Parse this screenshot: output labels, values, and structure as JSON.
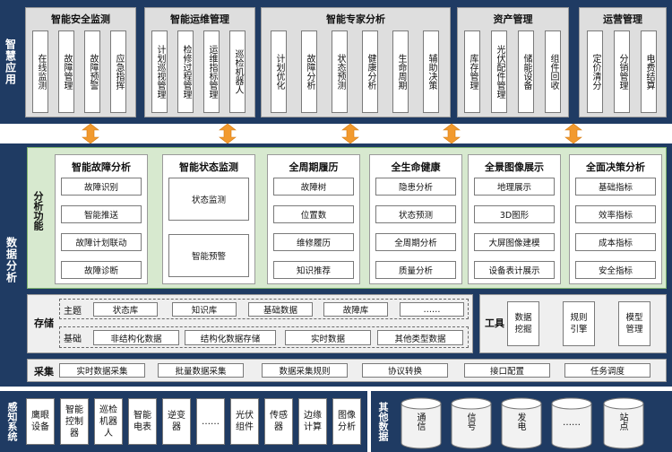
{
  "apps": {
    "side_label": "智慧应用",
    "groups": [
      {
        "title": "智能安全监测",
        "items": [
          "在线监测",
          "故障管理",
          "故障预警",
          "应急指挥"
        ]
      },
      {
        "title": "智能运维管理",
        "items": [
          "计划巡视管理",
          "检修过程管理",
          "运维指标管理",
          "巡检机器人"
        ]
      },
      {
        "title": "智能专家分析",
        "items": [
          "计划优化",
          "故障分析",
          "状态预测",
          "健康分析",
          "生命周期",
          "辅助决策"
        ]
      },
      {
        "title": "资产管理",
        "items": [
          "库存管理",
          "光伏配件管理",
          "储能设备",
          "组件回收"
        ]
      },
      {
        "title": "运营管理",
        "items": [
          "定价清分",
          "分销管理",
          "电费结算"
        ]
      }
    ]
  },
  "analysis": {
    "side_label": "数据分析",
    "function_label": "分析功能",
    "columns": [
      {
        "title": "智能故障分析",
        "items": [
          "故障识别",
          "智能推送",
          "故障计划联动",
          "故障诊断"
        ]
      },
      {
        "title": "智能状态监测",
        "items": [
          "状态监测",
          "智能预警"
        ]
      },
      {
        "title": "全周期履历",
        "items": [
          "故障树",
          "位置数",
          "维修履历",
          "知识推荐"
        ]
      },
      {
        "title": "全生命健康",
        "items": [
          "隐患分析",
          "状态预测",
          "全周期分析",
          "质量分析"
        ]
      },
      {
        "title": "全景图像展示",
        "items": [
          "地理展示",
          "3D图形",
          "大屏图像建模",
          "设备表计展示"
        ]
      },
      {
        "title": "全面决策分析",
        "items": [
          "基础指标",
          "效率指标",
          "成本指标",
          "安全指标"
        ]
      }
    ],
    "storage": {
      "label": "存储",
      "theme_label": "主题",
      "theme_items": [
        "状态库",
        "知识库",
        "基础数据",
        "故障库",
        "……"
      ],
      "base_label": "基础",
      "base_items": [
        "非结构化数据",
        "结构化数据存储",
        "实时数据",
        "其他类型数据"
      ]
    },
    "tools": {
      "label": "工具",
      "items": [
        "数据挖掘",
        "规则引擎",
        "模型管理"
      ]
    },
    "collect": {
      "label": "采集",
      "items": [
        "实时数据采集",
        "批量数据采集",
        "数据采集规则",
        "协议转换",
        "接口配置",
        "任务调度"
      ]
    }
  },
  "sensing": {
    "side_label": "感知系统",
    "items": [
      "鹰眼设备",
      "智能控制器",
      "巡检机器人",
      "智能电表",
      "逆变器",
      "……",
      "光伏组件",
      "传感器",
      "边缘计算",
      "图像分析"
    ]
  },
  "other": {
    "side_label": "其他数据",
    "items": [
      "通信",
      "信号",
      "发电",
      "……",
      "站点"
    ]
  },
  "colors": {
    "navy": "#1f3b63",
    "orange": "#f29a2e",
    "green_panel": "#d7e9cf"
  }
}
